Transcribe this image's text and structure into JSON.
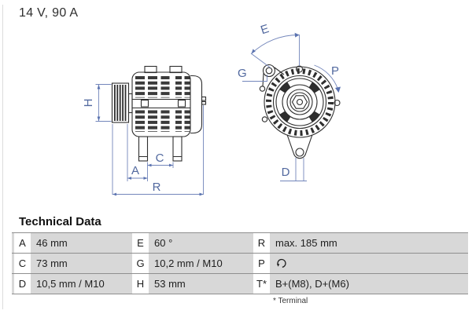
{
  "title": "14 V, 90 A",
  "section_heading": "Technical Data",
  "footnote": "* Terminal",
  "colors": {
    "dimension_blue": "#5b73b0",
    "drawing_line": "#2e2e2e",
    "table_cell_gray": "#d8d8d8",
    "table_divider_gray": "#8f8f8f"
  },
  "diagram": {
    "side_view": {
      "labels": {
        "h": "H",
        "a": "A",
        "c": "C",
        "r": "R"
      }
    },
    "front_view": {
      "labels": {
        "e": "E",
        "g": "G",
        "p": "P",
        "d": "D"
      }
    }
  },
  "table": {
    "rows": [
      {
        "c1": {
          "key": "A",
          "value": "46 mm"
        },
        "c2": {
          "key": "E",
          "value": "60 °"
        },
        "c3": {
          "key": "R",
          "value": "max. 185 mm"
        }
      },
      {
        "c1": {
          "key": "C",
          "value": "73 mm"
        },
        "c2": {
          "key": "G",
          "value": "10,2 mm / M10"
        },
        "c3": {
          "key": "P",
          "value": "",
          "icon": "rotation-direction-icon"
        }
      },
      {
        "c1": {
          "key": "D",
          "value": "10,5 mm / M10"
        },
        "c2": {
          "key": "H",
          "value": "53 mm"
        },
        "c3": {
          "key": "T*",
          "value": "B+(M8), D+(M6)"
        }
      }
    ]
  }
}
